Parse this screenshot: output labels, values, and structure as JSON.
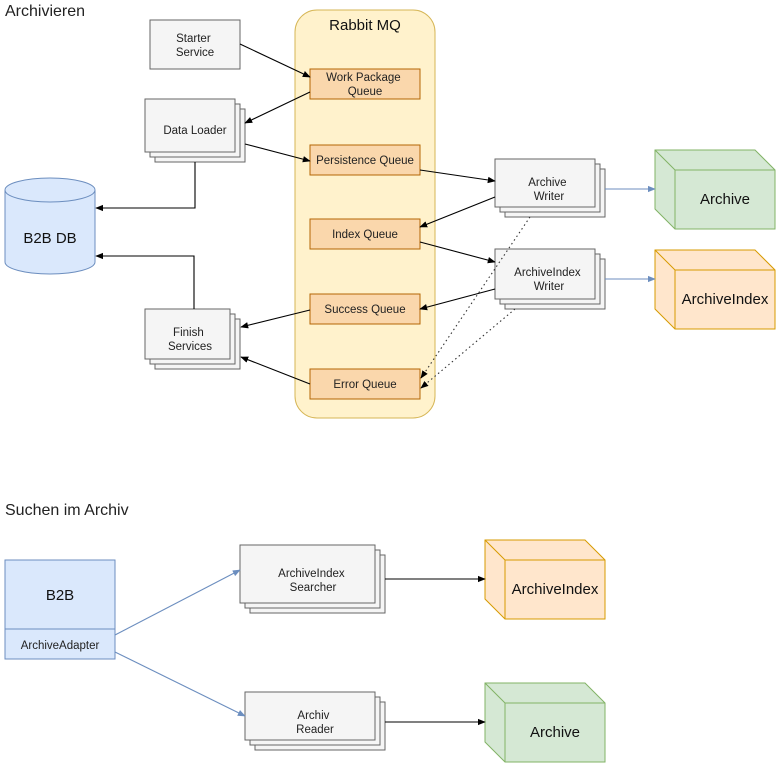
{
  "sections": {
    "archivieren": "Archivieren",
    "suchen": "Suchen im Archiv"
  },
  "rabbit": {
    "title": "Rabbit MQ"
  },
  "queues": {
    "work_package": [
      "Work Package",
      "Queue"
    ],
    "persistence": [
      "Persistence Queue"
    ],
    "index": [
      "Index Queue"
    ],
    "success": [
      "Success Queue"
    ],
    "error": [
      "Error Queue"
    ]
  },
  "services": {
    "starter": [
      "Starter",
      "Service"
    ],
    "data_loader": [
      "Data Loader"
    ],
    "finish": [
      "Finish",
      "Services"
    ],
    "archive_writer": [
      "Archive",
      "Writer"
    ],
    "archiveindex_writer": [
      "ArchiveIndex",
      "Writer"
    ],
    "archiveindex_searcher": [
      "ArchiveIndex",
      "Searcher"
    ],
    "archiv_reader": [
      "Archiv",
      "Reader"
    ]
  },
  "stores": {
    "b2b_db": "B2B DB",
    "archive_top": "Archive",
    "archiveindex_top": "ArchiveIndex",
    "archiveindex_bottom": "ArchiveIndex",
    "archive_bottom": "Archive"
  },
  "b2b": {
    "title": "B2B",
    "adapter": "ArchiveAdapter"
  },
  "colors": {
    "queue_fill": "#fad7ac",
    "queue_stroke": "#b46504",
    "rabbit_fill": "#fff2cc",
    "rabbit_stroke": "#d6b656",
    "db_fill": "#dae8fc",
    "db_stroke": "#6c8ebf",
    "archive_fill": "#d5e8d4",
    "archive_stroke": "#82b366",
    "archiveindex_fill": "#ffe6cc",
    "archiveindex_stroke": "#d79b00",
    "service_fill": "#f5f5f5",
    "service_stroke": "#666666"
  }
}
